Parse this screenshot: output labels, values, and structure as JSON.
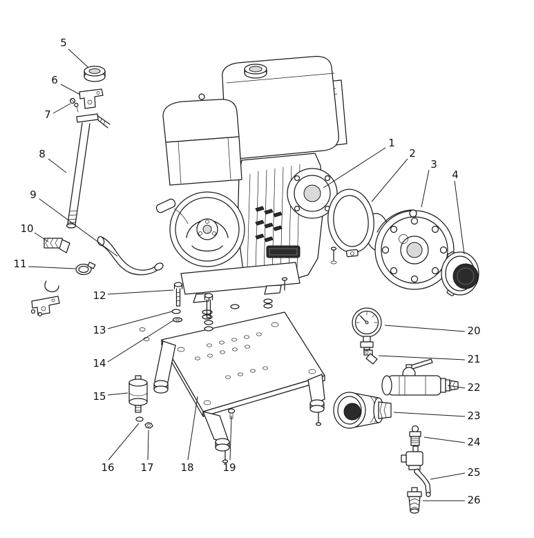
{
  "diagram": {
    "type": "exploded-parts-diagram",
    "subject": "engine-and-pump-assembly",
    "background": "#ffffff",
    "line_color": "#1a1a1a",
    "shade_color": "#d9d9d9",
    "dark_color": "#2b2b2b",
    "callouts": [
      "1",
      "2",
      "3",
      "4",
      "5",
      "6",
      "7",
      "8",
      "9",
      "10",
      "11",
      "12",
      "13",
      "14",
      "15",
      "16",
      "17",
      "18",
      "19",
      "20",
      "21",
      "22",
      "23",
      "24",
      "25",
      "26"
    ]
  }
}
